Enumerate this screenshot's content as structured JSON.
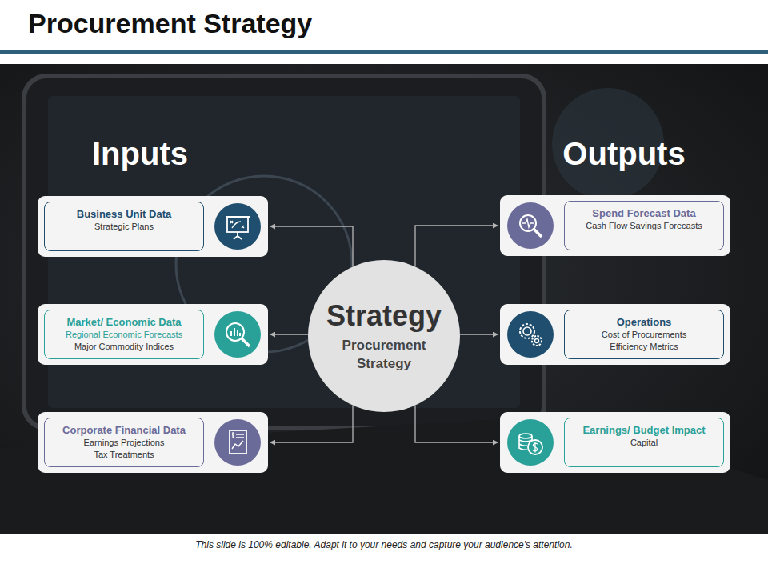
{
  "diagram": {
    "title": "Procurement Strategy",
    "caption": "This slide is 100% editable. Adapt it to your needs and capture your audience's attention.",
    "nodes": [
      {
        "text": [
          "Business Unit Data",
          "Strategic Plans"
        ]
      },
      {
        "text": [
          "Spend Forecast Data",
          "Cash Flow Savings Forecasts"
        ]
      },
      {
        "text": [
          "Market/ Economic Data",
          "Regional Economic Forecasts",
          "Major Commodity Indices"
        ]
      },
      {
        "text": [
          "Strategy",
          "Procurement Strategy"
        ]
      },
      {
        "text": [
          "Operations",
          "Cost of Procurements",
          "Efficiency Metrics"
        ]
      },
      {
        "text": [
          "Corporate Financial Data",
          "Earnings Projections",
          "Tax Treatments"
        ]
      },
      {
        "text": [
          "Earnings/ Budget Impact",
          "Capital"
        ]
      }
    ],
    "edges": [
      {
        "from": 3,
        "to": 0,
        "arrow": "to"
      },
      {
        "from": 3,
        "to": 2,
        "arrow": "to"
      },
      {
        "from": 3,
        "to": 5,
        "arrow": "to"
      },
      {
        "from": 3,
        "to": 1,
        "arrow": "to"
      },
      {
        "from": 3,
        "to": 4,
        "arrow": "to"
      },
      {
        "from": 3,
        "to": 6,
        "arrow": "to"
      }
    ],
    "labels": [
      "Inputs",
      "Outputs"
    ]
  }
}
